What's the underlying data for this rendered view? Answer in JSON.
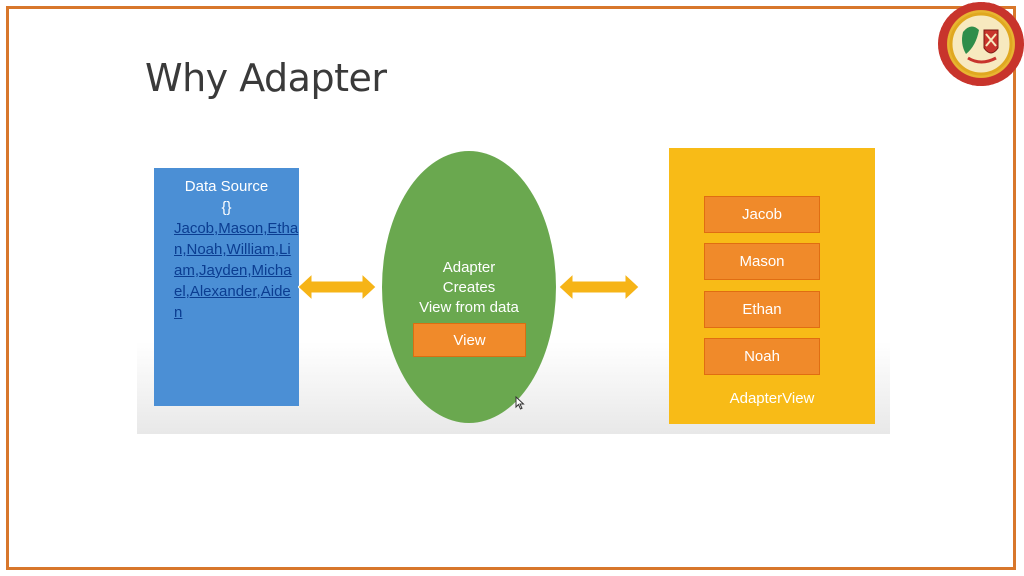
{
  "slide": {
    "title": "Why Adapter"
  },
  "data_source": {
    "title": "Data Source",
    "braces": "{}",
    "names_text": "Jacob,Mason,Ethan,Noah,William,Liam,Jayden,Michael,Alexander,Aiden"
  },
  "adapter": {
    "lines": [
      "Adapter",
      "Creates",
      "View from data"
    ],
    "view_label": "View"
  },
  "adapter_view": {
    "items": [
      "Jacob",
      "Mason",
      "Ethan",
      "Noah"
    ],
    "label": "AdapterView"
  },
  "colors": {
    "data_source": "#4b8fd5",
    "adapter": "#6aa84f",
    "adapter_view": "#f8bb17",
    "item": "#f08a2a",
    "arrow": "#f6b417",
    "frame": "#d8772b"
  },
  "icons": {
    "logo": "university-emblem-icon",
    "cursor": "mouse-pointer-icon"
  }
}
